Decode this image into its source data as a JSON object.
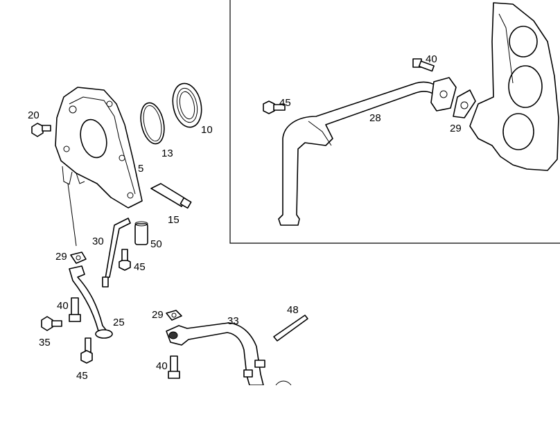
{
  "diagram": {
    "labels": {
      "p20": "20",
      "p5": "5",
      "p13": "13",
      "p10": "10",
      "p15": "15",
      "p30": "30",
      "p50": "50",
      "p29a": "29",
      "p45a": "45",
      "p40a": "40",
      "p35": "35",
      "p25": "25",
      "p45b": "45",
      "p29b": "29",
      "p33": "33",
      "p48": "48",
      "p40b": "40",
      "p40c": "40",
      "p45c": "45",
      "p28": "28",
      "p29c": "29"
    }
  }
}
